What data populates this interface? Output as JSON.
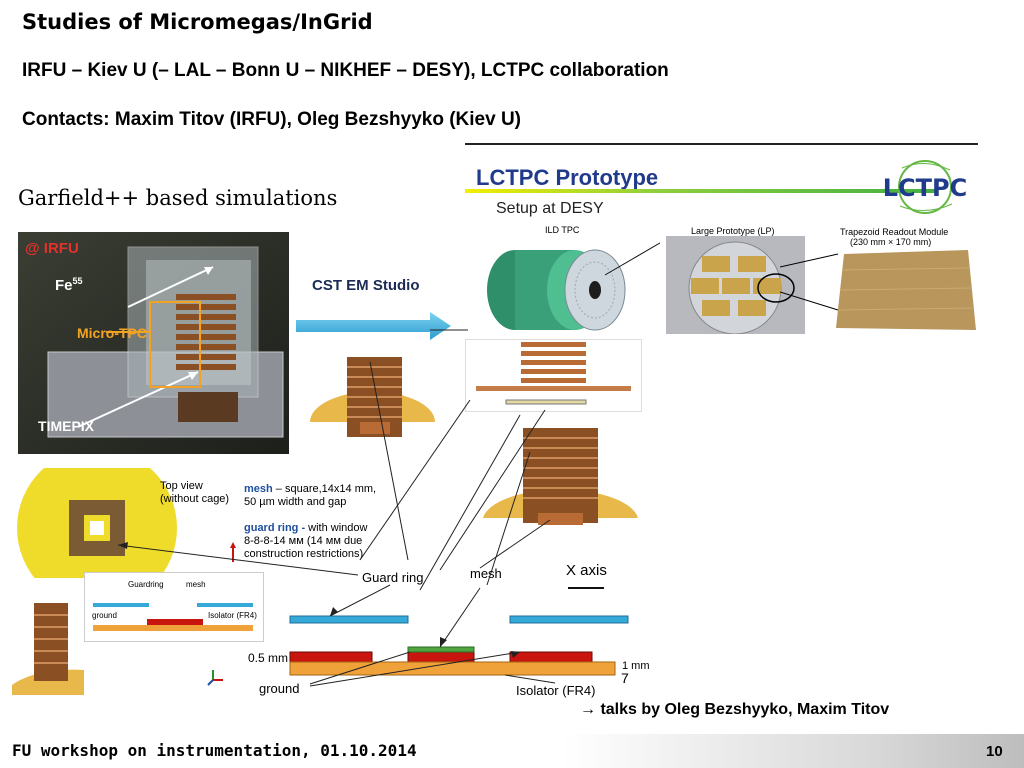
{
  "header": {
    "title": "Studies of Micromegas/InGrid",
    "collaboration": "IRFU – Kiev U (– LAL – Bonn U – NIKHEF – DESY), LCTPC collaboration",
    "contacts": "Contacts: Maxim Titov (IRFU), Oleg Bezshyyko (Kiev U)"
  },
  "left": {
    "subtitle": "Garfield++ based simulations",
    "photo_labels": {
      "irfu": "@ IRFU",
      "fe": "Fe",
      "fe_sup": "55",
      "micro_tpc": "Micro-TPC",
      "timepix": "TIMEPIX"
    },
    "cst_label": "CST EM Studio"
  },
  "lctpc": {
    "title": "LCTPC Prototype",
    "setup": "Setup at DESY",
    "logo": "LCTPC",
    "ild_tpc": "ILD TPC",
    "large_prototype": "Large Prototype (LP)",
    "trapezoid_title": "Trapezoid Readout Module",
    "trapezoid_dims": "(230 mm × 170 mm)"
  },
  "topview": {
    "label_line1": "Top view",
    "label_line2": "(without cage)",
    "mesh_title": "mesh",
    "mesh_desc_1": " – square,14x14 mm,",
    "mesh_desc_2": "50 µm width and gap",
    "guard_title": "guard ring -",
    "guard_desc_1": "  with window",
    "guard_desc_2": "8-8-8-14 мм (14 мм due",
    "guard_desc_3": "construction restrictions)"
  },
  "inset": {
    "guardring": "Guardring",
    "mesh": "mesh",
    "ground": "ground",
    "isolator": "Isolator (FR4)"
  },
  "cross_section": {
    "guard_ring": "Guard ring",
    "mesh": "mesh",
    "x_axis": "X axis",
    "thickness_05": "0.5 mm",
    "thickness_1": "1 mm",
    "ground": "ground",
    "isolator": "Isolator (FR4)",
    "seven": "7"
  },
  "talks": "→ talks by Oleg Bezshyyko, Maxim Titov",
  "footer": {
    "text": "FU workshop on instrumentation, 01.10.2014",
    "page": "10"
  },
  "colors": {
    "accent_blue": "#213b8c",
    "arrow_cyan": "#3fb4df",
    "bar_green": "#43b043",
    "copper": "#b96b35",
    "yellow": "#f2d21b",
    "red": "#c8160f",
    "orange": "#f0a23a",
    "cyan_plate": "#35a9d8"
  }
}
